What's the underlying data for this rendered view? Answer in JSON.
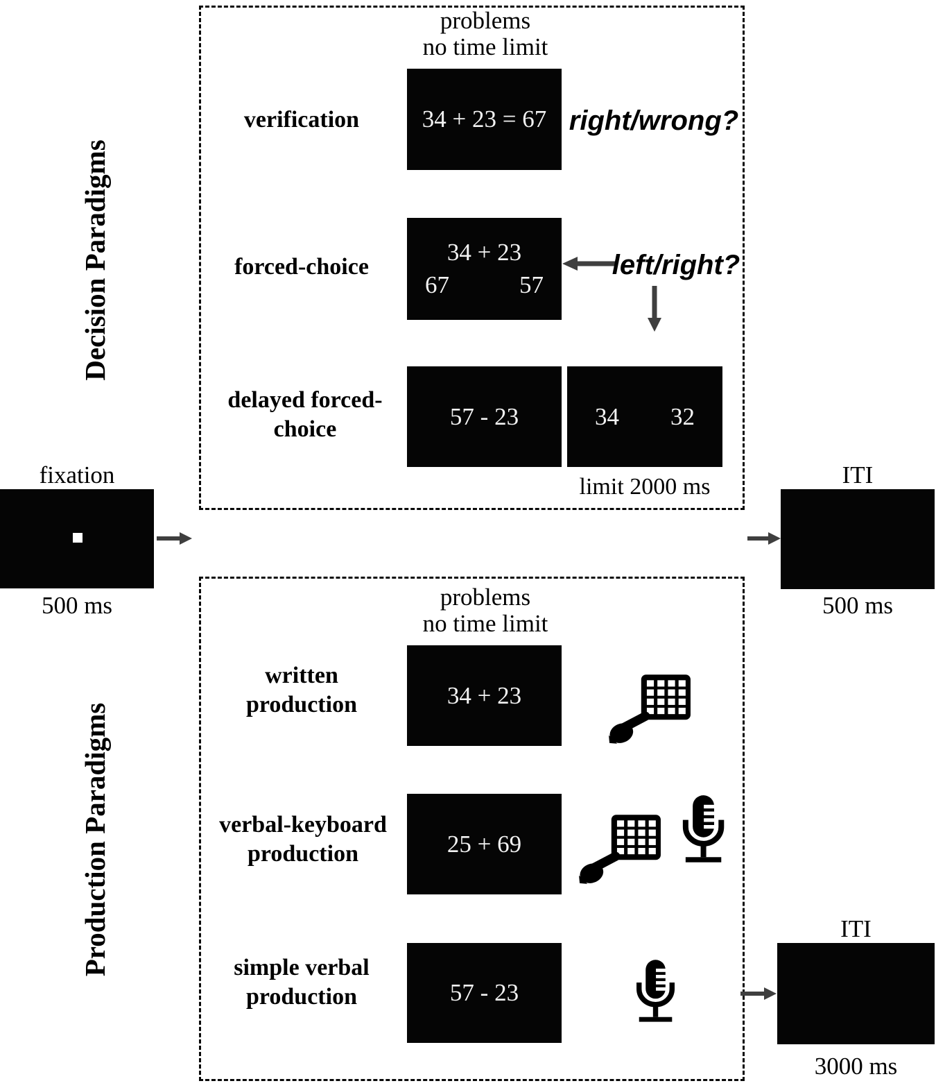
{
  "colors": {
    "background": "#ffffff",
    "screen": "#050505",
    "screen_text": "#f2f2f2",
    "text": "#000000",
    "arrow": "#3f3f3f"
  },
  "fixation": {
    "title": "fixation",
    "duration": "500 ms"
  },
  "decision": {
    "section_label": "Decision Paradigms",
    "header": {
      "line1": "problems",
      "line2": "no time limit"
    },
    "rows": {
      "verification": {
        "label": "verification",
        "stimulus": "34 + 23 = 67",
        "prompt": "right/wrong?"
      },
      "forced_choice": {
        "label": "forced-choice",
        "stimulus": "34 + 23",
        "choice_left": "67",
        "choice_right": "57",
        "prompt": "left/right?"
      },
      "delayed_forced_choice": {
        "label": "delayed forced-choice",
        "stimulus": "57 - 23",
        "choice_left": "34",
        "choice_right": "32",
        "time_limit": "limit 2000 ms"
      }
    },
    "iti": {
      "title": "ITI",
      "duration": "500 ms"
    }
  },
  "production": {
    "section_label": "Production Paradigms",
    "header": {
      "line1": "problems",
      "line2": "no time limit"
    },
    "rows": {
      "written": {
        "label": "written production",
        "stimulus": "34 + 23"
      },
      "verbal_keyboard": {
        "label": "verbal-keyboard production",
        "stimulus": "25 + 69"
      },
      "simple_verbal": {
        "label": "simple verbal production",
        "stimulus": "57 - 23"
      }
    },
    "iti": {
      "title": "ITI",
      "duration": "3000 ms"
    }
  },
  "icons": {
    "keypad": "numeric-keypad-with-pointing-hand",
    "microphone": "microphone-on-stand",
    "fixation_square": "white-fixation-square",
    "arrows": "flow-arrows"
  }
}
